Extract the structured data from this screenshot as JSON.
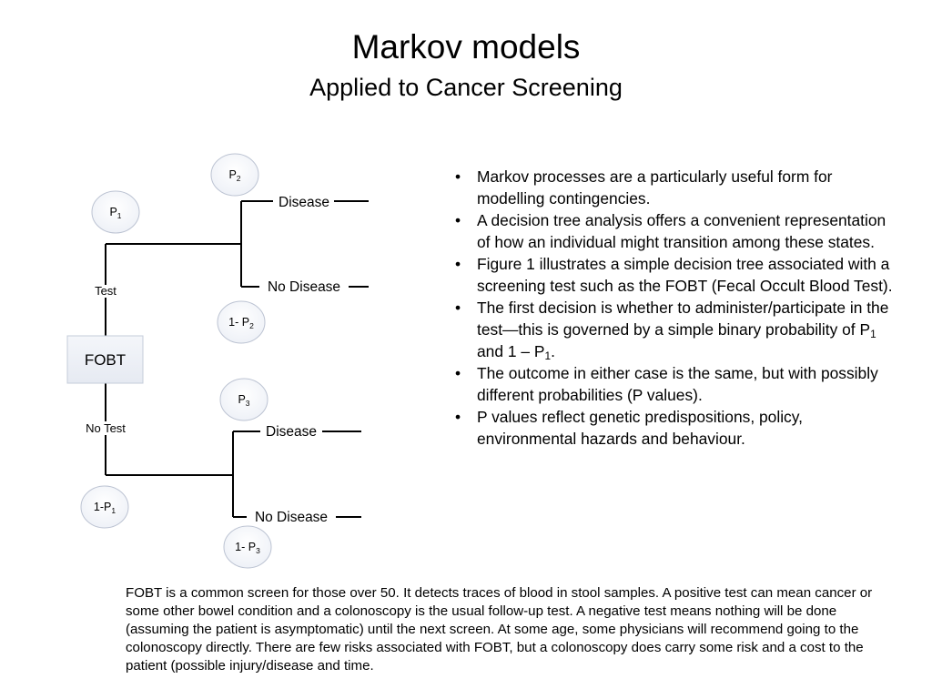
{
  "title": "Markov models",
  "subtitle": "Applied to Cancer Screening",
  "diagram": {
    "root": "FOBT",
    "branches": {
      "test": "Test",
      "no_test": "No Test"
    },
    "outcomes": {
      "upper_disease": "Disease",
      "upper_no_disease": "No Disease",
      "lower_disease": "Disease",
      "lower_no_disease": "No Disease"
    },
    "probabilities": {
      "p1_base": "P",
      "p1_sub": "1",
      "p2_base": "P",
      "p2_sub": "2",
      "one_minus_p2_base": "1- P",
      "one_minus_p2_sub": "2",
      "p3_base": "P",
      "p3_sub": "3",
      "one_minus_p1_base": "1-P",
      "one_minus_p1_sub": "1",
      "one_minus_p3_base": "1- P",
      "one_minus_p3_sub": "3"
    }
  },
  "bullets": {
    "b1": "Markov processes are a particularly useful form for modelling contingencies.",
    "b2": "A decision tree analysis offers a convenient representation of how an individual might transition among these states.",
    "b3": "Figure 1 illustrates a simple decision tree associated with a screening test such as the FOBT (Fecal Occult Blood Test).",
    "b4_part1": "The first decision is whether to administer/participate in the test—this is governed by a simple binary probability of P",
    "b4_sub1": "1",
    "b4_part2": " and 1 – P",
    "b4_sub2": "1",
    "b4_part3": ".",
    "b5": "The outcome in either case is the same, but with possibly different probabilities (P values).",
    "b6": "P values reflect genetic predispositions, policy, environmental hazards and behaviour."
  },
  "caption": "FOBT is a common screen for those over 50.  It detects traces of blood in stool samples. A positive test can mean cancer or some other bowel condition and a colonoscopy is the usual follow-up test. A negative test means nothing will be done (assuming the patient is asymptomatic) until the next screen.  At some age, some physicians will recommend going to the colonoscopy directly.  There are few risks associated with FOBT, but a colonoscopy does carry some risk and a cost to the patient (possible injury/disease and time."
}
